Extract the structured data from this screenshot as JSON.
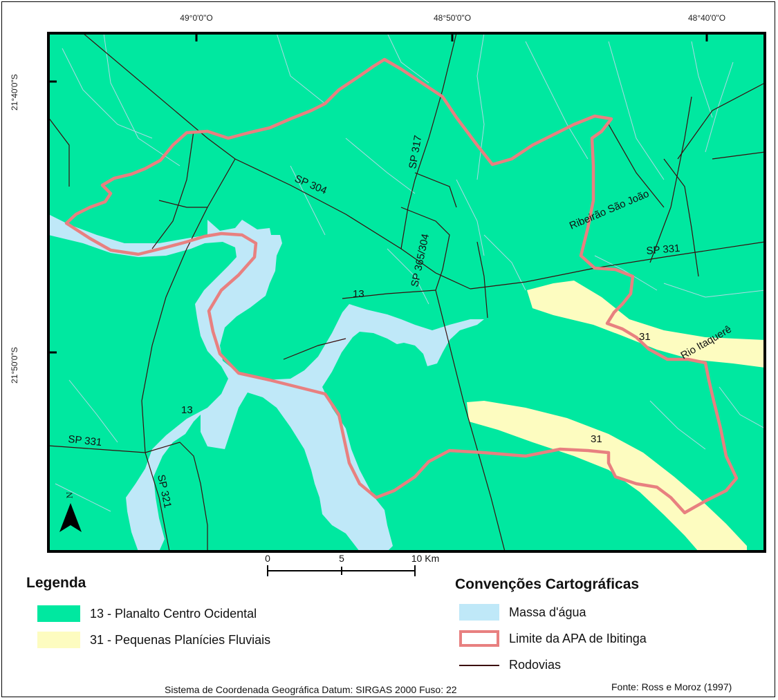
{
  "colors": {
    "planalto": "#00e8a0",
    "planicie": "#fdfcc0",
    "water": "#bfe8f8",
    "apa_limit": "#e88080",
    "road": "#3a0d0d",
    "stream": "#b8d8e8"
  },
  "coords": {
    "lon": [
      "49°0'0\"O",
      "48°50'0\"O",
      "48°40'0\"O"
    ],
    "lat": [
      "21°40'0\"S",
      "21°50'0\"S"
    ]
  },
  "map_labels": {
    "sp304": "SP 304",
    "sp317": "SP 317",
    "sp365": "SP 365/304",
    "sp331_east": "SP 331",
    "sp331_west": "SP 331",
    "sp321": "SP 321",
    "unit13_a": "13",
    "unit13_b": "13",
    "unit31_a": "31",
    "unit31_b": "31",
    "ribeirao": "Ribeirão São João",
    "rio": "Rio Itaquerê"
  },
  "scale_bar": {
    "labels": [
      "0",
      "5",
      "10 Km"
    ]
  },
  "north_arrow": {
    "letter": "N",
    "icon": "north-arrow-icon"
  },
  "legend": {
    "title": "Legenda",
    "items": [
      {
        "label": "13 - Planalto Centro Ocidental",
        "color": "#00e8a0"
      },
      {
        "label": "31 - Pequenas Planícies Fluviais",
        "color": "#fdfcc0"
      }
    ]
  },
  "conventions": {
    "title": "Convenções Cartográficas",
    "items": [
      {
        "label": "Massa d'água"
      },
      {
        "label": "Limite da APA de Ibitinga"
      },
      {
        "label": "Rodovias"
      }
    ]
  },
  "footer": {
    "datum": "Sistema de Coordenada Geográfica  Datum: SIRGAS 2000 Fuso: 22",
    "source": "Fonte: Ross e Moroz (1997)"
  }
}
